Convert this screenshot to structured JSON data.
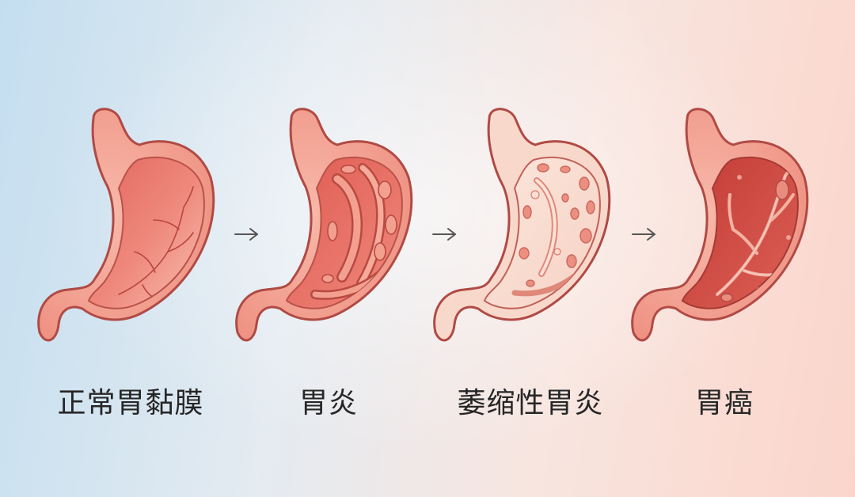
{
  "stages": [
    {
      "id": "normal",
      "label": "正常胃黏膜"
    },
    {
      "id": "gastritis",
      "label": "胃炎"
    },
    {
      "id": "atrophic",
      "label": "萎缩性胃炎"
    },
    {
      "id": "cancer",
      "label": "胃癌"
    }
  ],
  "arrow_glyph": "→",
  "colors": {
    "outline": "#b04a44",
    "wall": "#f4a99a",
    "normal_interior": "#e9756c",
    "gastritis_interior": "#e66c60",
    "atrophic_interior": "#f8dcd0",
    "cancer_interior": "#c9463f",
    "arrow": "#555555"
  }
}
